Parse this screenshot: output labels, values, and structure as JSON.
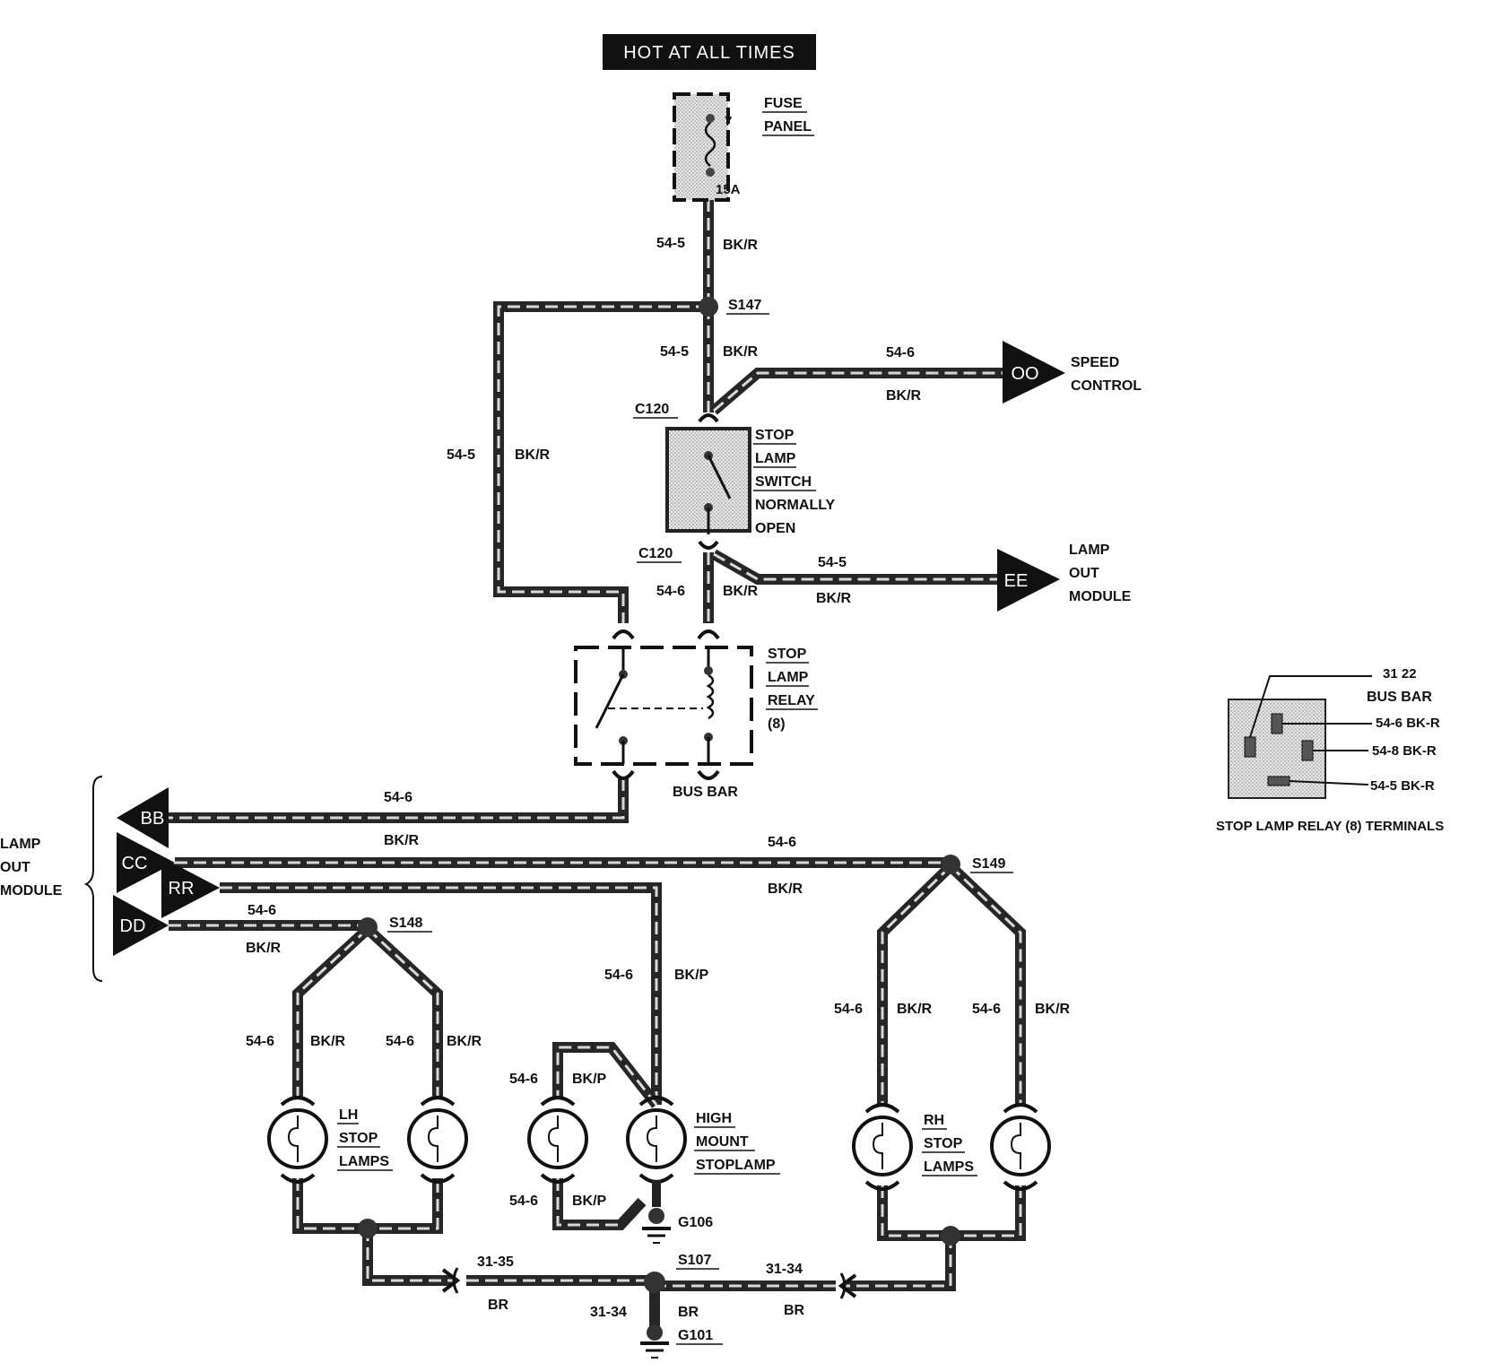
{
  "header": "HOT AT ALL TIMES",
  "fuse_panel": {
    "line1": "FUSE",
    "line2": "PANEL",
    "number": "7",
    "rating": "15A"
  },
  "splices": {
    "s147": "S147",
    "s148": "S148",
    "s149": "S149",
    "s107": "S107"
  },
  "connectors": {
    "c120_top": "C120",
    "c120_bottom": "C120"
  },
  "grounds": {
    "g106": "G106",
    "g101": "G101"
  },
  "stop_lamp_switch": {
    "l1": "STOP",
    "l2": "LAMP",
    "l3": "SWITCH",
    "l4": "NORMALLY",
    "l5": "OPEN"
  },
  "stop_lamp_relay": {
    "l1": "STOP",
    "l2": "LAMP",
    "l3": "RELAY",
    "l4": "(8)"
  },
  "bus_bar_label": "BUS BAR",
  "speed_control": {
    "tag": "OO",
    "l1": "SPEED",
    "l2": "CONTROL"
  },
  "lamp_out_module_right": {
    "tag": "EE",
    "l1": "LAMP",
    "l2": "OUT",
    "l3": "MODULE"
  },
  "lamp_out_module_left": {
    "l1": "LAMP",
    "l2": "OUT",
    "l3": "MODULE",
    "tags": [
      "BB",
      "CC",
      "RR",
      "DD"
    ]
  },
  "lamp_groups": {
    "lh": {
      "l1": "LH",
      "l2": "STOP",
      "l3": "LAMPS"
    },
    "high_mount": {
      "l1": "HIGH",
      "l2": "MOUNT",
      "l3": "STOPLAMP"
    },
    "rh": {
      "l1": "RH",
      "l2": "STOP",
      "l3": "LAMPS"
    }
  },
  "wire_labels": {
    "w545_fuse": "54-5",
    "bkr_fuse": "BK/R",
    "w545_sw": "54-5",
    "bkr_sw": "BK/R",
    "w546_oo": "54-6",
    "bkr_oo": "BK/R",
    "w545_left": "54-5",
    "bkr_left": "BK/R",
    "w546_relay": "54-6",
    "bkr_relay": "BK/R",
    "w545_ee": "54-5",
    "bkr_ee": "BK/R",
    "w546_bb": "54-6",
    "bkr_bb": "BK/R",
    "w546_cc": "54-6",
    "bkr_cc": "BK/R",
    "w546_dd": "54-6",
    "bkr_dd": "BK/R",
    "w546_rr": "54-6",
    "bkp_rr": "BK/P",
    "w546_lh1": "54-6",
    "bkr_lh1": "BK/R",
    "w546_lh2": "54-6",
    "bkr_lh2": "BK/R",
    "w546_hm1": "54-6",
    "bkp_hm1": "BK/P",
    "w546_hm2": "54-6",
    "bkp_hm2": "BK/P",
    "w546_rh1": "54-6",
    "bkr_rh1": "BK/R",
    "w546_rh2": "54-6",
    "bkr_rh2": "BK/R",
    "w3135": "31-35",
    "br_3135": "BR",
    "w3134_r": "31-34",
    "br_3134_r": "BR",
    "w3134_g": "31-34",
    "br_3134_g": "BR"
  },
  "inset": {
    "title": "STOP LAMP RELAY (8) TERMINALS",
    "t1": "31 22",
    "t2": "BUS BAR",
    "t3": "54-6 BK-R",
    "t4": "54-8 BK-R",
    "t5": "54-5 BK-R"
  }
}
